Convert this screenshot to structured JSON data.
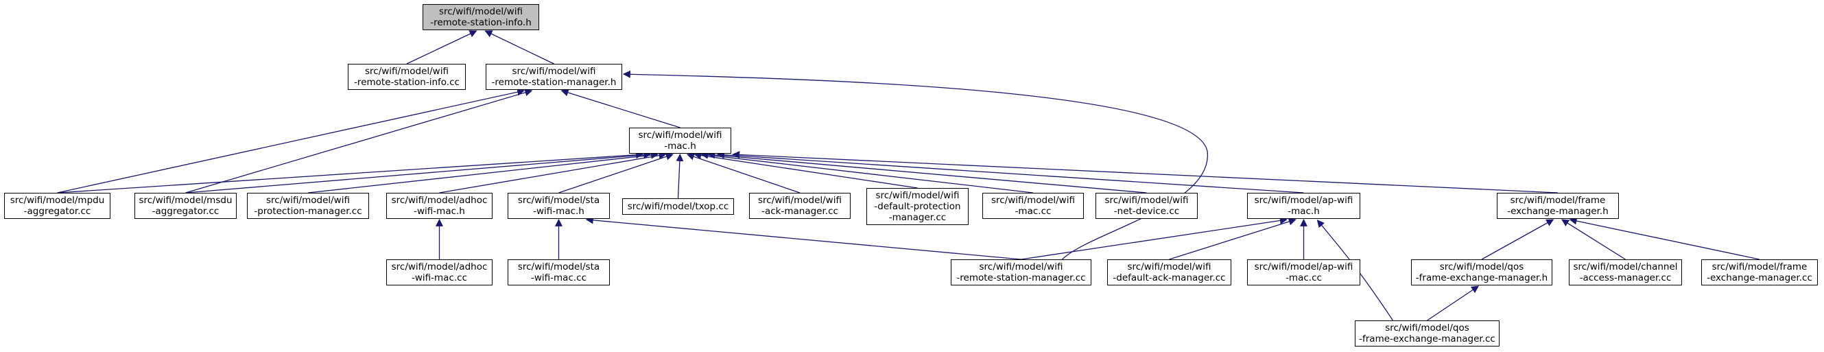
{
  "colors": {
    "edge": "#191970",
    "root_fill": "#bfbfbf",
    "node_fill": "#ffffff"
  },
  "nodes": {
    "n_rsi_h": {
      "lines": [
        "src/wifi/model/wifi",
        "-remote-station-info.h"
      ],
      "root": true
    },
    "n_rsi_cc": {
      "lines": [
        "src/wifi/model/wifi",
        "-remote-station-info.cc"
      ]
    },
    "n_rsm_h": {
      "lines": [
        "src/wifi/model/wifi",
        "-remote-station-manager.h"
      ]
    },
    "n_mac_h": {
      "lines": [
        "src/wifi/model/wifi",
        "-mac.h"
      ]
    },
    "n_mpdu": {
      "lines": [
        "src/wifi/model/mpdu",
        "-aggregator.cc"
      ]
    },
    "n_msdu": {
      "lines": [
        "src/wifi/model/msdu",
        "-aggregator.cc"
      ]
    },
    "n_prot": {
      "lines": [
        "src/wifi/model/wifi",
        "-protection-manager.cc"
      ]
    },
    "n_adhoc_h": {
      "lines": [
        "src/wifi/model/adhoc",
        "-wifi-mac.h"
      ]
    },
    "n_sta_h": {
      "lines": [
        "src/wifi/model/sta",
        "-wifi-mac.h"
      ]
    },
    "n_txop": {
      "lines": [
        "src/wifi/model/txop.cc"
      ]
    },
    "n_ack": {
      "lines": [
        "src/wifi/model/wifi",
        "-ack-manager.cc"
      ]
    },
    "n_defprot": {
      "lines": [
        "src/wifi/model/wifi",
        "-default-protection",
        "-manager.cc"
      ]
    },
    "n_mac_cc": {
      "lines": [
        "src/wifi/model/wifi",
        "-mac.cc"
      ]
    },
    "n_netdev": {
      "lines": [
        "src/wifi/model/wifi",
        "-net-device.cc"
      ]
    },
    "n_ap_h": {
      "lines": [
        "src/wifi/model/ap-wifi",
        "-mac.h"
      ]
    },
    "n_fem_h": {
      "lines": [
        "src/wifi/model/frame",
        "-exchange-manager.h"
      ]
    },
    "n_adhoc_cc": {
      "lines": [
        "src/wifi/model/adhoc",
        "-wifi-mac.cc"
      ]
    },
    "n_sta_cc": {
      "lines": [
        "src/wifi/model/sta",
        "-wifi-mac.cc"
      ]
    },
    "n_rsm_cc": {
      "lines": [
        "src/wifi/model/wifi",
        "-remote-station-manager.cc"
      ]
    },
    "n_defack": {
      "lines": [
        "src/wifi/model/wifi",
        "-default-ack-manager.cc"
      ]
    },
    "n_ap_cc": {
      "lines": [
        "src/wifi/model/ap-wifi",
        "-mac.cc"
      ]
    },
    "n_qos_h": {
      "lines": [
        "src/wifi/model/qos",
        "-frame-exchange-manager.h"
      ]
    },
    "n_cam": {
      "lines": [
        "src/wifi/model/channel",
        "-access-manager.cc"
      ]
    },
    "n_fem_cc": {
      "lines": [
        "src/wifi/model/frame",
        "-exchange-manager.cc"
      ]
    },
    "n_qos_cc": {
      "lines": [
        "src/wifi/model/qos",
        "-frame-exchange-manager.cc"
      ]
    }
  },
  "edges": [
    [
      "n_rsi_cc",
      "n_rsi_h"
    ],
    [
      "n_rsm_h",
      "n_rsi_h"
    ],
    [
      "n_mac_h",
      "n_rsm_h"
    ],
    [
      "n_mpdu",
      "n_rsm_h"
    ],
    [
      "n_msdu",
      "n_rsm_h"
    ],
    [
      "n_rsm_cc",
      "n_rsm_h"
    ],
    [
      "n_mpdu",
      "n_mac_h"
    ],
    [
      "n_msdu",
      "n_mac_h"
    ],
    [
      "n_prot",
      "n_mac_h"
    ],
    [
      "n_adhoc_h",
      "n_mac_h"
    ],
    [
      "n_sta_h",
      "n_mac_h"
    ],
    [
      "n_txop",
      "n_mac_h"
    ],
    [
      "n_ack",
      "n_mac_h"
    ],
    [
      "n_defprot",
      "n_mac_h"
    ],
    [
      "n_mac_cc",
      "n_mac_h"
    ],
    [
      "n_netdev",
      "n_mac_h"
    ],
    [
      "n_ap_h",
      "n_mac_h"
    ],
    [
      "n_fem_h",
      "n_mac_h"
    ],
    [
      "n_adhoc_cc",
      "n_adhoc_h"
    ],
    [
      "n_sta_cc",
      "n_sta_h"
    ],
    [
      "n_rsm_cc",
      "n_sta_h"
    ],
    [
      "n_rsm_cc",
      "n_ap_h"
    ],
    [
      "n_defack",
      "n_ap_h"
    ],
    [
      "n_ap_cc",
      "n_ap_h"
    ],
    [
      "n_qos_cc",
      "n_ap_h"
    ],
    [
      "n_qos_h",
      "n_fem_h"
    ],
    [
      "n_cam",
      "n_fem_h"
    ],
    [
      "n_fem_cc",
      "n_fem_h"
    ],
    [
      "n_qos_cc",
      "n_qos_h"
    ]
  ]
}
